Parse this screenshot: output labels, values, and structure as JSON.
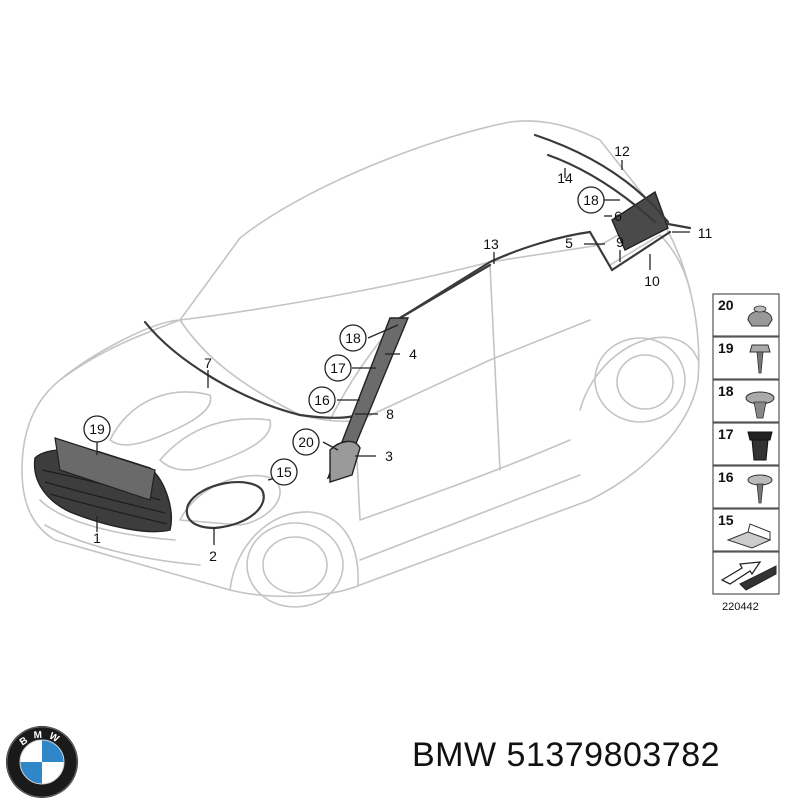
{
  "diagram": {
    "callouts": [
      {
        "id": "c1",
        "label": "1"
      },
      {
        "id": "c2",
        "label": "2"
      },
      {
        "id": "c3",
        "label": "3"
      },
      {
        "id": "c4",
        "label": "4"
      },
      {
        "id": "c5",
        "label": "5"
      },
      {
        "id": "c6",
        "label": "6"
      },
      {
        "id": "c7",
        "label": "7"
      },
      {
        "id": "c8",
        "label": "8"
      },
      {
        "id": "c9",
        "label": "9"
      },
      {
        "id": "c10",
        "label": "10"
      },
      {
        "id": "c11",
        "label": "11"
      },
      {
        "id": "c12",
        "label": "12"
      },
      {
        "id": "c13",
        "label": "13"
      },
      {
        "id": "c14",
        "label": "14"
      },
      {
        "id": "c15",
        "label": "15"
      },
      {
        "id": "c16",
        "label": "16"
      },
      {
        "id": "c17",
        "label": "17"
      },
      {
        "id": "c18a",
        "label": "18"
      },
      {
        "id": "c18b",
        "label": "18"
      },
      {
        "id": "c19",
        "label": "19"
      },
      {
        "id": "c20",
        "label": "20"
      }
    ],
    "legend": [
      {
        "label": "20",
        "part": "clip"
      },
      {
        "label": "19",
        "part": "screw"
      },
      {
        "label": "18",
        "part": "expanding rivet"
      },
      {
        "label": "17",
        "part": "grommet"
      },
      {
        "label": "16",
        "part": "screw"
      },
      {
        "label": "15",
        "part": "bracket"
      },
      {
        "label": "",
        "part": "arrow"
      }
    ],
    "figure_number": "220442"
  },
  "brand": {
    "text": "BMW 51379803782",
    "logo_letters": "BMW"
  },
  "colors": {
    "outline": "#c4c4c4",
    "part": "#3a3a3a",
    "logo_blue": "#2f86c9",
    "logo_ring": "#1a1a1a"
  }
}
